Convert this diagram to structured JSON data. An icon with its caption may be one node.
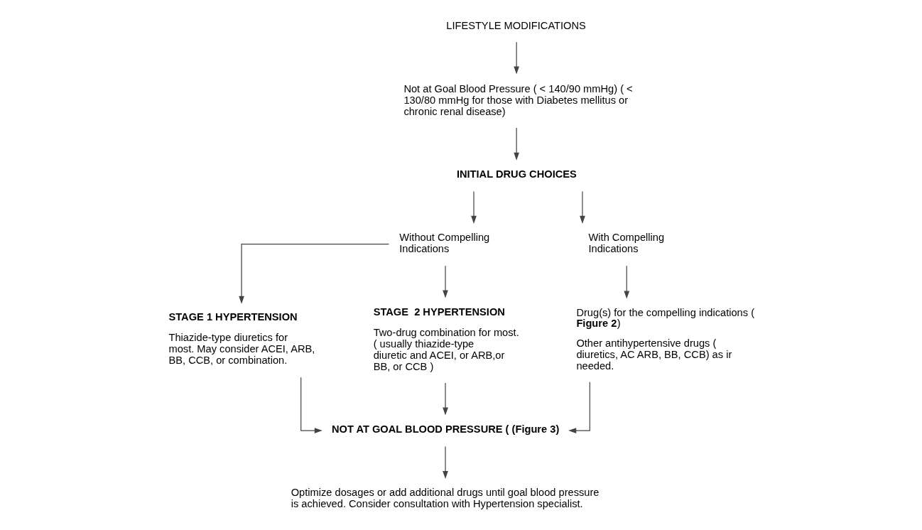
{
  "diagram": {
    "nodes": [
      {
        "text": [
          "LIFESTYLE MODIFICATIONS"
        ]
      },
      {
        "text": [
          "Not at Goal Blood Pressure ( < 140/90 mmHg) ( < 130/80 mmHg for those with Diabetes mellitus or chronic renal disease)"
        ]
      },
      {
        "text": [
          "INITIAL DRUG CHOICES"
        ]
      },
      {
        "text": [
          "Without Compelling Indications"
        ]
      },
      {
        "text": [
          "With Compelling Indications"
        ]
      },
      {
        "text": [
          "STAGE 1 HYPERTENSION",
          "Thiazide-type diuretics for most. May consider ACEI, ARB, BB, CCB, or combination."
        ]
      },
      {
        "text": [
          "STAGE  2 HYPERTENSION",
          "Two-drug combination for most. ( usually thiazide-type diuretic and ACEI, or ARB,or BB, or CCB )"
        ]
      },
      {
        "text": [
          "Drug(s) for the compelling indications ( **Figure 2**)",
          "Other antihypertensive drugs ( diuretics, AC ARB, BB, CCB) as ir  needed."
        ]
      },
      {
        "text": [
          "NOT AT GOAL BLOOD PRESSURE ( (Figure 3)"
        ]
      },
      {
        "text": [
          "Optimize dosages or add additional drugs until goal blood pressure is achieved. Consider consultation with Hypertension specialist."
        ]
      }
    ],
    "edges": [
      {
        "from": 0,
        "to": 1,
        "arrow": "to"
      },
      {
        "from": 1,
        "to": 2,
        "arrow": "to"
      },
      {
        "from": 2,
        "to": 3,
        "arrow": "to"
      },
      {
        "from": 2,
        "to": 4,
        "arrow": "to"
      },
      {
        "from": 3,
        "to": 5,
        "arrow": "to"
      },
      {
        "from": 3,
        "to": 6,
        "arrow": "to"
      },
      {
        "from": 4,
        "to": 7,
        "arrow": "to"
      },
      {
        "from": 5,
        "to": 8,
        "arrow": "to"
      },
      {
        "from": 6,
        "to": 8,
        "arrow": "to"
      },
      {
        "from": 7,
        "to": 8,
        "arrow": "to"
      },
      {
        "from": 8,
        "to": 9,
        "arrow": "to"
      }
    ]
  }
}
